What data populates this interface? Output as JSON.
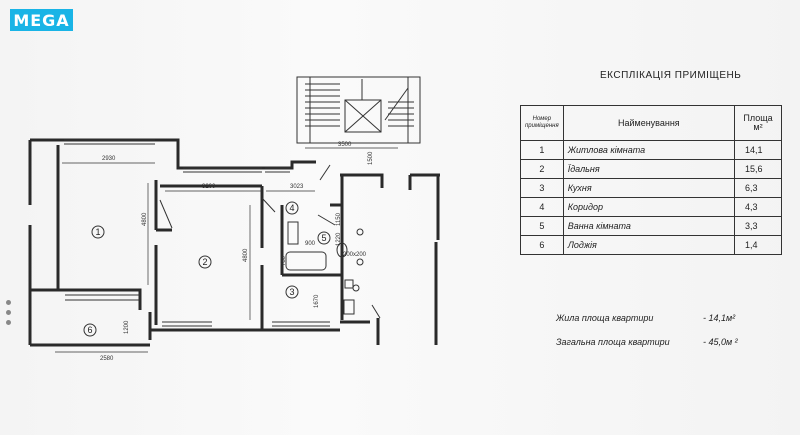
{
  "logo": {
    "text": "MEGA"
  },
  "explication": {
    "title": "ЕКСПЛІКАЦІЯ  ПРИМІЩЕНЬ",
    "headers": {
      "number": "Номер приміщення",
      "name": "Найменування",
      "area": "Площа м²"
    },
    "rows": [
      {
        "number": "1",
        "name": "Житлова кімната",
        "area": "14,1"
      },
      {
        "number": "2",
        "name": "Їдальня",
        "area": "15,6"
      },
      {
        "number": "3",
        "name": "Кухня",
        "area": "6,3"
      },
      {
        "number": "4",
        "name": "Коридор",
        "area": "4,3"
      },
      {
        "number": "5",
        "name": "Ванна кімната",
        "area": "3,3"
      },
      {
        "number": "6",
        "name": "Лоджія",
        "area": "1,4"
      }
    ]
  },
  "summary": {
    "living_label": "Жила площа квартири",
    "living_value": "- 14,1м²",
    "total_label": "Загальна площа квартири",
    "total_value": "- 45,0м ²"
  },
  "plan": {
    "room_numbers": [
      "1",
      "2",
      "3",
      "4",
      "5",
      "6"
    ],
    "dimensions": {
      "d2930": "2930",
      "d3200": "3200",
      "d3023": "3023",
      "d3500": "3500",
      "d1500": "1500",
      "d4800a": "4800",
      "d4800b": "4800",
      "d1150": "1150",
      "d900": "900",
      "d1220": "1220",
      "d780": "780",
      "d1670": "1670",
      "d1200": "1200",
      "d2580": "2580",
      "d200x200": "200х200"
    }
  }
}
